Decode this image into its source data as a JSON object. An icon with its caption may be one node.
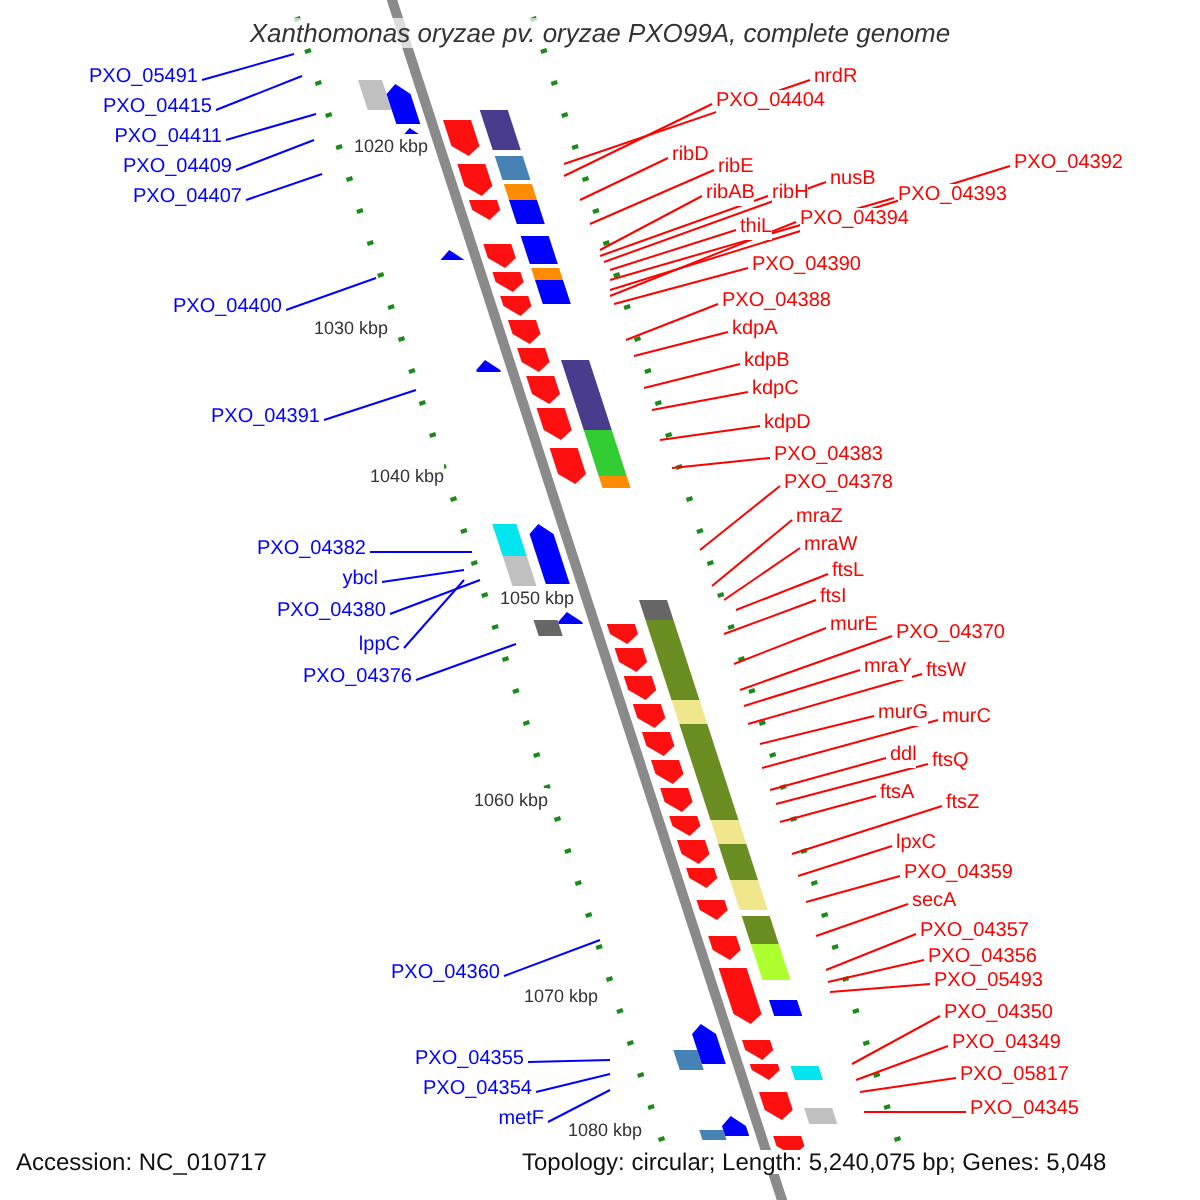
{
  "diagram": {
    "title": "Xanthomonas oryzae pv. oryzae PXO99A, complete genome",
    "nodes": [
      {
        "text": [
          "PXO_05491"
        ]
      },
      {
        "text": [
          "PXO_04415"
        ]
      },
      {
        "text": [
          "PXO_04411"
        ]
      },
      {
        "text": [
          "PXO_04409"
        ]
      },
      {
        "text": [
          "PXO_04407"
        ]
      },
      {
        "text": [
          "PXO_04400"
        ]
      },
      {
        "text": [
          "PXO_04391"
        ]
      },
      {
        "text": [
          "PXO_04382"
        ]
      },
      {
        "text": [
          "ybcl"
        ]
      },
      {
        "text": [
          "PXO_04380"
        ]
      },
      {
        "text": [
          "lppC"
        ]
      },
      {
        "text": [
          "PXO_04376"
        ]
      },
      {
        "text": [
          "PXO_04360"
        ]
      },
      {
        "text": [
          "PXO_04355"
        ]
      },
      {
        "text": [
          "PXO_04354"
        ]
      },
      {
        "text": [
          "metF"
        ]
      },
      {
        "text": [
          "nrdR"
        ]
      },
      {
        "text": [
          "PXO_04404"
        ]
      },
      {
        "text": [
          "ribD"
        ]
      },
      {
        "text": [
          "ribE"
        ]
      },
      {
        "text": [
          "ribAB"
        ]
      },
      {
        "text": [
          "ribH"
        ]
      },
      {
        "text": [
          "nusB"
        ]
      },
      {
        "text": [
          "PXO_04392"
        ]
      },
      {
        "text": [
          "PXO_04393"
        ]
      },
      {
        "text": [
          "thiL"
        ]
      },
      {
        "text": [
          "PXO_04394"
        ]
      },
      {
        "text": [
          "PXO_04390"
        ]
      },
      {
        "text": [
          "PXO_04388"
        ]
      },
      {
        "text": [
          "kdpA"
        ]
      },
      {
        "text": [
          "kdpB"
        ]
      },
      {
        "text": [
          "kdpC"
        ]
      },
      {
        "text": [
          "kdpD"
        ]
      },
      {
        "text": [
          "PXO_04383"
        ]
      },
      {
        "text": [
          "PXO_04378"
        ]
      },
      {
        "text": [
          "mraZ"
        ]
      },
      {
        "text": [
          "mraW"
        ]
      },
      {
        "text": [
          "ftsL"
        ]
      },
      {
        "text": [
          "ftsI"
        ]
      },
      {
        "text": [
          "murE"
        ]
      },
      {
        "text": [
          "PXO_04370"
        ]
      },
      {
        "text": [
          "mraY"
        ]
      },
      {
        "text": [
          "ftsW"
        ]
      },
      {
        "text": [
          "murG"
        ]
      },
      {
        "text": [
          "murC"
        ]
      },
      {
        "text": [
          "ddl"
        ]
      },
      {
        "text": [
          "ftsQ"
        ]
      },
      {
        "text": [
          "ftsA"
        ]
      },
      {
        "text": [
          "ftsZ"
        ]
      },
      {
        "text": [
          "lpxC"
        ]
      },
      {
        "text": [
          "PXO_04359"
        ]
      },
      {
        "text": [
          "secA"
        ]
      },
      {
        "text": [
          "PXO_04357"
        ]
      },
      {
        "text": [
          "PXO_04356"
        ]
      },
      {
        "text": [
          "PXO_05493"
        ]
      },
      {
        "text": [
          "PXO_04350"
        ]
      },
      {
        "text": [
          "PXO_04349"
        ]
      },
      {
        "text": [
          "PXO_05817"
        ]
      },
      {
        "text": [
          "PXO_04345"
        ]
      }
    ],
    "edges": [
      {
        "from": 0,
        "to": null,
        "arrow": "none",
        "color": "#0000ff"
      },
      {
        "from": 1,
        "to": null,
        "arrow": "none",
        "color": "#0000ff"
      },
      {
        "from": 2,
        "to": null,
        "arrow": "none",
        "color": "#0000ff"
      },
      {
        "from": 3,
        "to": null,
        "arrow": "none",
        "color": "#0000ff"
      },
      {
        "from": 4,
        "to": null,
        "arrow": "none",
        "color": "#0000ff"
      },
      {
        "from": 5,
        "to": null,
        "arrow": "none",
        "color": "#0000ff"
      },
      {
        "from": 6,
        "to": null,
        "arrow": "none",
        "color": "#0000ff"
      },
      {
        "from": 7,
        "to": null,
        "arrow": "none",
        "color": "#0000ff"
      },
      {
        "from": 8,
        "to": null,
        "arrow": "none",
        "color": "#0000ff"
      },
      {
        "from": 9,
        "to": null,
        "arrow": "none",
        "color": "#0000ff"
      },
      {
        "from": 10,
        "to": null,
        "arrow": "none",
        "color": "#0000ff"
      },
      {
        "from": 11,
        "to": null,
        "arrow": "none",
        "color": "#0000ff"
      },
      {
        "from": 12,
        "to": null,
        "arrow": "none",
        "color": "#0000ff"
      },
      {
        "from": 13,
        "to": null,
        "arrow": "none",
        "color": "#0000ff"
      },
      {
        "from": 14,
        "to": null,
        "arrow": "none",
        "color": "#0000ff"
      },
      {
        "from": 15,
        "to": null,
        "arrow": "none",
        "color": "#0000ff"
      },
      {
        "from": 16,
        "to": null,
        "arrow": "none"
      },
      {
        "from": 17,
        "to": null,
        "arrow": "none"
      },
      {
        "from": 18,
        "to": null,
        "arrow": "none"
      },
      {
        "from": 19,
        "to": null,
        "arrow": "none"
      },
      {
        "from": 20,
        "to": null,
        "arrow": "none"
      },
      {
        "from": 21,
        "to": null,
        "arrow": "none"
      },
      {
        "from": 22,
        "to": null,
        "arrow": "none"
      },
      {
        "from": 23,
        "to": null,
        "arrow": "none"
      },
      {
        "from": 24,
        "to": null,
        "arrow": "none"
      },
      {
        "from": 25,
        "to": null,
        "arrow": "none"
      },
      {
        "from": 26,
        "to": null,
        "arrow": "none"
      },
      {
        "from": 27,
        "to": null,
        "arrow": "none"
      },
      {
        "from": 28,
        "to": null,
        "arrow": "none"
      },
      {
        "from": 29,
        "to": null,
        "arrow": "none"
      },
      {
        "from": 30,
        "to": null,
        "arrow": "none"
      },
      {
        "from": 31,
        "to": null,
        "arrow": "none"
      },
      {
        "from": 32,
        "to": null,
        "arrow": "none"
      },
      {
        "from": 33,
        "to": null,
        "arrow": "none"
      },
      {
        "from": 34,
        "to": null,
        "arrow": "none"
      },
      {
        "from": 35,
        "to": null,
        "arrow": "none"
      },
      {
        "from": 36,
        "to": null,
        "arrow": "none"
      },
      {
        "from": 37,
        "to": null,
        "arrow": "none"
      },
      {
        "from": 38,
        "to": null,
        "arrow": "none"
      },
      {
        "from": 39,
        "to": null,
        "arrow": "none"
      },
      {
        "from": 40,
        "to": null,
        "arrow": "none"
      },
      {
        "from": 41,
        "to": null,
        "arrow": "none"
      },
      {
        "from": 42,
        "to": null,
        "arrow": "none"
      },
      {
        "from": 43,
        "to": null,
        "arrow": "none"
      },
      {
        "from": 44,
        "to": null,
        "arrow": "none"
      },
      {
        "from": 45,
        "to": null,
        "arrow": "none"
      },
      {
        "from": 46,
        "to": null,
        "arrow": "none"
      },
      {
        "from": 47,
        "to": null,
        "arrow": "none"
      },
      {
        "from": 48,
        "to": null,
        "arrow": "none"
      },
      {
        "from": 49,
        "to": null,
        "arrow": "none"
      },
      {
        "from": 50,
        "to": null,
        "arrow": "none"
      },
      {
        "from": 51,
        "to": null,
        "arrow": "none"
      },
      {
        "from": 52,
        "to": null,
        "arrow": "none"
      },
      {
        "from": 53,
        "to": null,
        "arrow": "none"
      },
      {
        "from": 54,
        "to": null,
        "arrow": "none"
      },
      {
        "from": 55,
        "to": null,
        "arrow": "none"
      },
      {
        "from": 56,
        "to": null,
        "arrow": "none"
      },
      {
        "from": 57,
        "to": null,
        "arrow": "none"
      },
      {
        "from": 58,
        "to": null,
        "arrow": "none"
      }
    ],
    "labels": [
      "1020 kbp",
      "1030 kbp",
      "1040 kbp",
      "1050 kbp",
      "1060 kbp",
      "1070 kbp",
      "1080 kbp",
      "Accession: NC_010717",
      "Topology: circular; Length: 5,240,075 bp; Genes: 5,048"
    ]
  }
}
